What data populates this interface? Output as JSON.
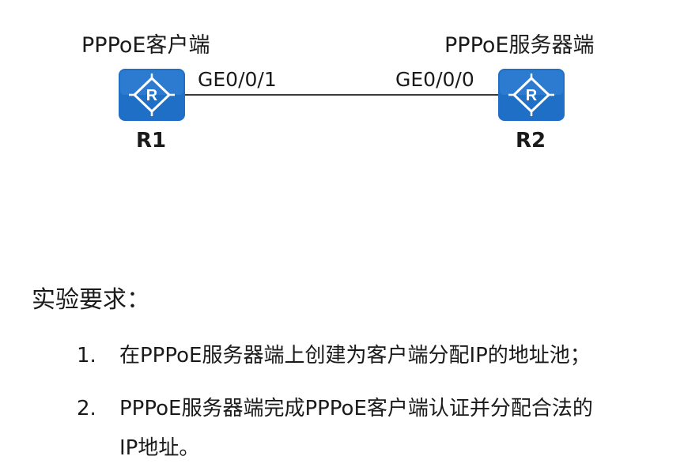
{
  "diagram": {
    "r1": {
      "role": "PPPoE客户端",
      "port": "GE0/0/1",
      "name": "R1"
    },
    "r2": {
      "role": "PPPoE服务器端",
      "port": "GE0/0/0",
      "name": "R2"
    },
    "router_icon": "router-icon",
    "icon_color": "#1f6fc7"
  },
  "requirements": {
    "title": "实验要求：",
    "items": [
      {
        "number": "1.",
        "text": "在PPPoE服务器端上创建为客户端分配IP的地址池；"
      },
      {
        "number": "2.",
        "text_line1": "PPPoE服务器端完成PPPoE客户端认证并分配合法的",
        "text_line2": "IP地址。"
      }
    ]
  }
}
